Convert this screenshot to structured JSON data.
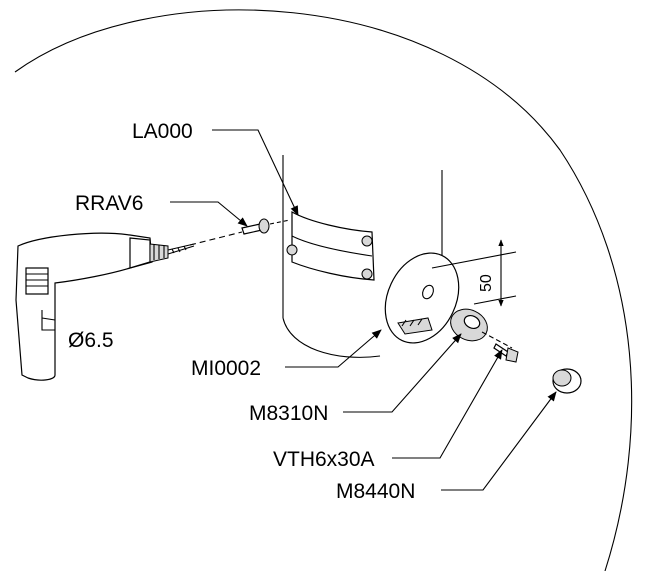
{
  "labels": {
    "la000": "LA000",
    "rrav6": "RRAV6",
    "drill_diameter": "Ø6.5",
    "mi0002": "MI0002",
    "m8310n": "M8310N",
    "vth6x30a": "VTH6x30A",
    "m8440n": "M8440N"
  },
  "dimension": {
    "value": "50"
  }
}
